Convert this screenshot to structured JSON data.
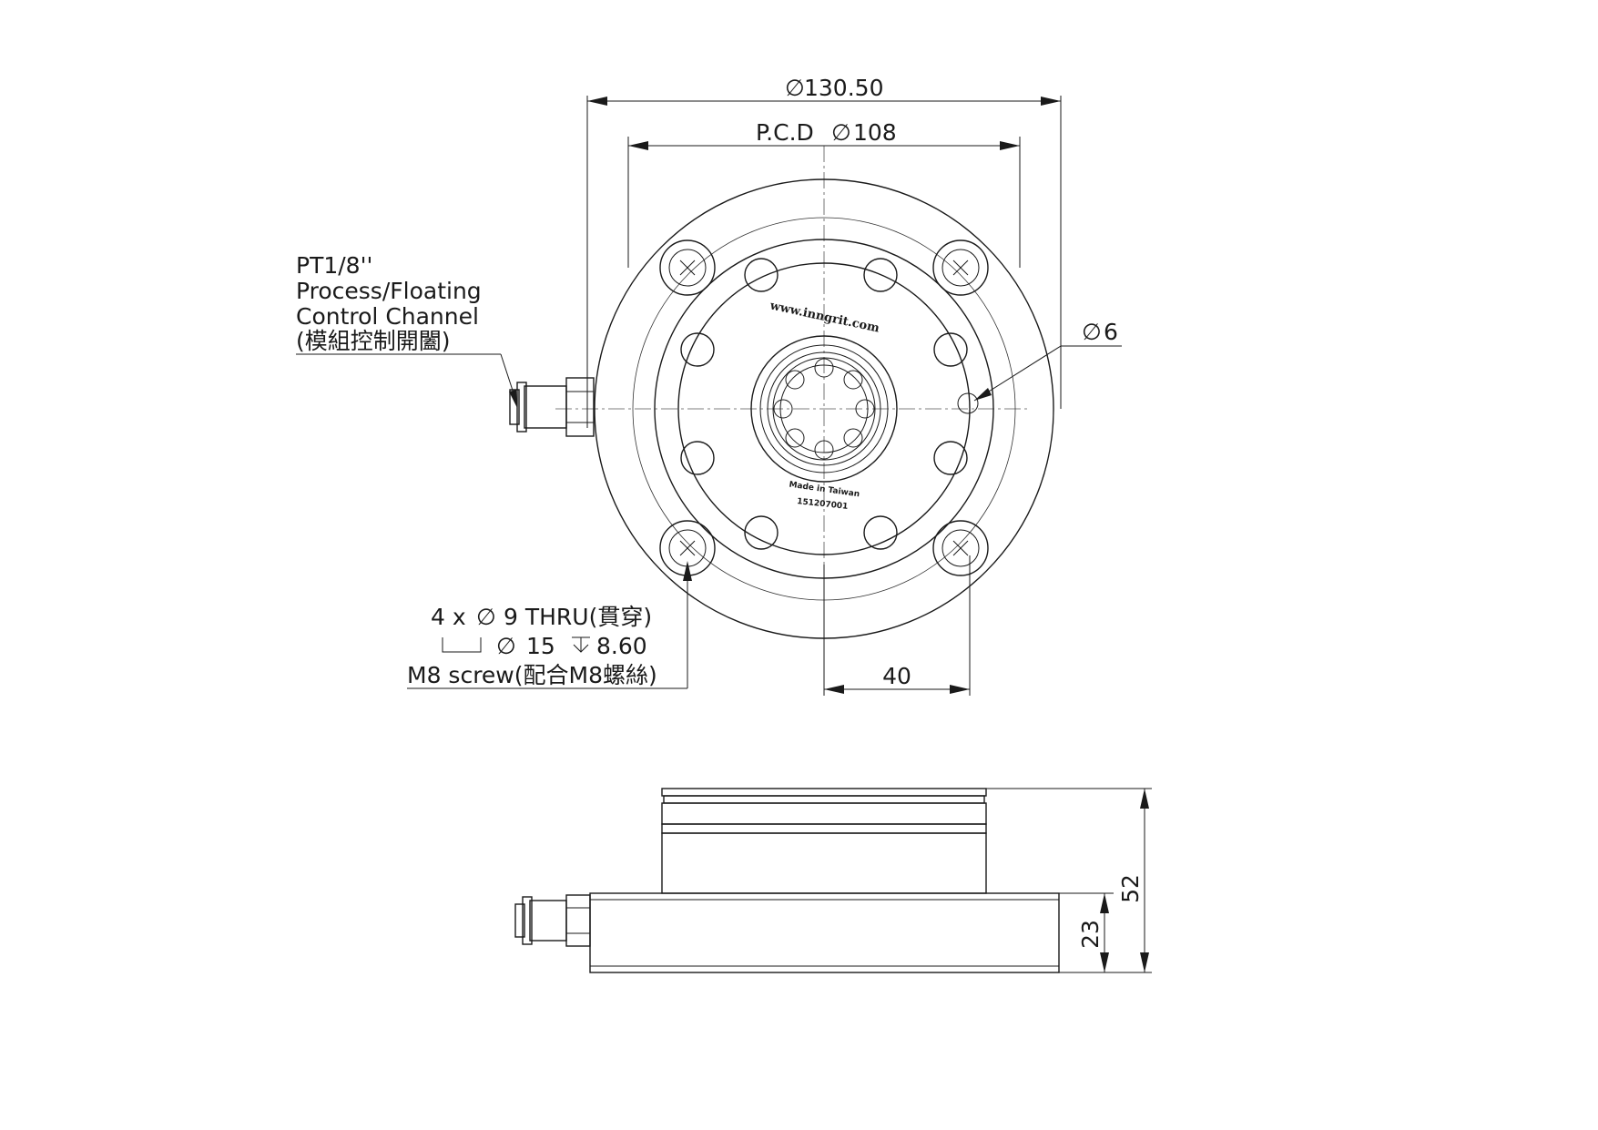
{
  "top_view": {
    "outer_diameter_label": "130.50",
    "pcd_label": "P.C.D",
    "pcd_value": "108",
    "hole_label": "6",
    "offset_label": "40",
    "engraving_url": "www.inngrit.com",
    "engraving_origin": "Made in Taiwan",
    "engraving_serial": "151207001"
  },
  "port_callout": {
    "line1": "PT1/8''",
    "line2": "Process/Floating",
    "line3": "Control Channel",
    "line4": "(模組控制開闔)"
  },
  "hole_callout": {
    "line1_prefix": "4 x",
    "line1_suffix": "9 THRU(貫穿)",
    "line2_dia": "15",
    "line2_depth": "8.60",
    "line3": "M8 screw(配合M8螺絲)"
  },
  "side_view": {
    "height_total": "52",
    "height_base": "23"
  },
  "symbols": {
    "diameter": "∅",
    "depth": "↧",
    "counterbore": "counterbore-icon"
  }
}
